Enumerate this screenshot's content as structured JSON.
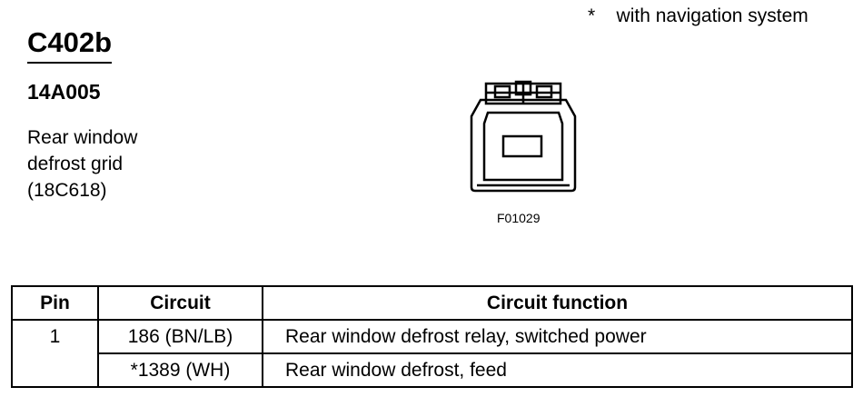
{
  "header": {
    "footnote_mark": "*",
    "footnote_text": "with navigation system",
    "connector_id": "C402b",
    "part_number": "14A005",
    "description_lines": [
      "Rear window",
      "defrost grid",
      "(18C618)"
    ]
  },
  "figure": {
    "code": "F01029",
    "icon": "connector-face-icon"
  },
  "table": {
    "headers": [
      "Pin",
      "Circuit",
      "Circuit function"
    ],
    "rows": [
      {
        "pin": "1",
        "circuit": "186 (BN/LB)",
        "function": "Rear window defrost relay, switched power"
      },
      {
        "pin": "",
        "circuit": "*1389 (WH)",
        "function": "Rear window defrost, feed"
      }
    ]
  }
}
